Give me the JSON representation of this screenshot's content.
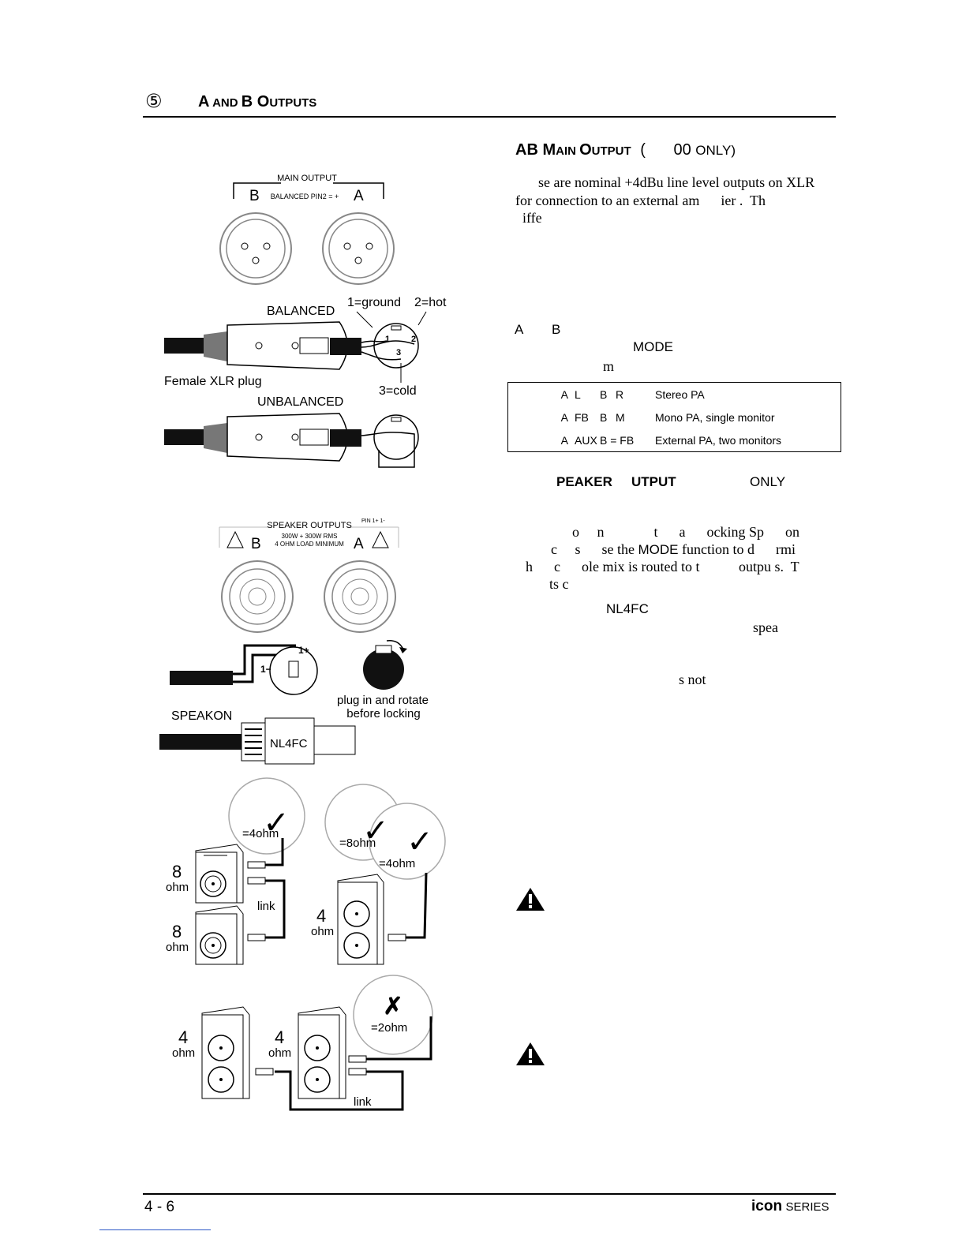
{
  "header": {
    "section_number": "⑤",
    "title_big_1": "A",
    "title_small_1": " AND ",
    "title_big_2": "B",
    "title_big_3": " O",
    "title_small_3": "UTPUTS"
  },
  "ab_main": {
    "title_a": "AB M",
    "title_b": "AIN ",
    "title_c": "O",
    "title_d": "UTPUT",
    "title_paren": "(",
    "title_num": "00",
    "title_only": "ONLY)",
    "para_line1": "se are nominal +4dBu line level outputs on XLR",
    "para_line2": "for connection to an external am      ier .  Th",
    "para_line3": "iffe",
    "label_a": "A",
    "label_b": "B",
    "mode_word": "MODE",
    "m_word": "m"
  },
  "modes_table": [
    {
      "c1": "A",
      "c2": "L",
      "c3": "B",
      "c4": "R",
      "desc": "Stereo PA"
    },
    {
      "c1": "A",
      "c2": "FB",
      "c3": "B",
      "c4": "M",
      "desc": "Mono PA, single monitor"
    },
    {
      "c1": "A",
      "c2": "AUX",
      "c3": "B = FB",
      "c4": "",
      "desc": "External PA, two monitors"
    }
  ],
  "speaker_out": {
    "title_a": "PEAKER",
    "title_b": "UTPUT",
    "title_c": "ONLY",
    "line1": "o     n              t      a      ocking Sp      on",
    "line2a": "c     s      se the ",
    "line2b": "MODE",
    "line2c": " function to d      rmi",
    "line3": "h      c      ole mix is routed to t           outpu s.  T",
    "line4": "ts c",
    "nl4fc": "NL4FC",
    "spea": "spea",
    "snot": "s not"
  },
  "diagram": {
    "main_output": "MAIN OUTPUT",
    "balanced_pin": "BALANCED  PIN2 = +",
    "b": "B",
    "a": "A",
    "balanced": "BALANCED",
    "ground": "1=ground",
    "hot": "2=hot",
    "cold": "3=cold",
    "female_xlr": "Female XLR plug",
    "unbalanced": "UNBALANCED",
    "pin1": "1",
    "pin2": "2",
    "pin3": "3",
    "speaker_outputs": "SPEAKER OUTPUTS",
    "pin_label": "PIN 1+ 1-",
    "power": "300W + 300W RMS",
    "load": "4 OHM LOAD MINIMUM",
    "one_plus": "1+",
    "one_minus": "1−",
    "plug_rotate_1": "plug in and rotate",
    "plug_rotate_2": "before locking",
    "speakon": "SPEAKON",
    "nl4fc": "NL4FC",
    "eq4ohm": "=4ohm",
    "eq8ohm": "=8ohm",
    "eq4ohm_b": "=4ohm",
    "eq2ohm": "=2ohm",
    "num8": "8",
    "num4": "4",
    "ohm": "ohm",
    "link": "link",
    "check": "✓",
    "cross": "✗"
  },
  "footer": {
    "page": "4 - 6",
    "brand": "icon",
    "series": "SERIES"
  }
}
